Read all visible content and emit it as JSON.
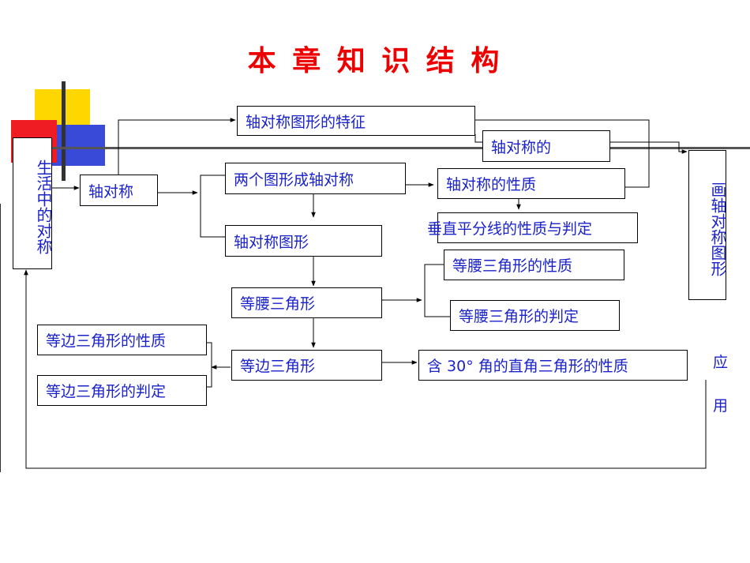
{
  "title": "本 章 知 识 结 构",
  "nodes": {
    "life_symmetry": "生活中的对称",
    "axial_symmetry": "轴对称",
    "axial_properties_features": "轴对称图形的特征",
    "two_figures_axial": "两个图形成轴对称",
    "axial_figure": "轴对称图形",
    "axial_properties": "轴对称的性质",
    "axial_meaning": "轴对称的",
    "perp_bisector": "垂直平分线的性质与判定",
    "isosceles": "等腰三角形",
    "isosceles_properties": "等腰三角形的性质",
    "isosceles_judgement": "等腰三角形的判定",
    "equilateral": "等边三角形",
    "equilateral_properties": "等边三角形的性质",
    "equilateral_judgement": "等边三角形的判定",
    "right_30": "含 30° 角的直角三角形的性质",
    "draw_axial": "画轴对称图形",
    "apply_1": "应",
    "apply_2": "用"
  },
  "colors": {
    "title": "#ee0000",
    "node_text": "#1a22c8",
    "lines": "#000000"
  }
}
